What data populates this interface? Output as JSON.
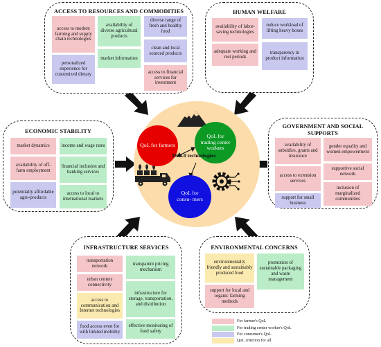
{
  "center": {
    "farmers": "QoL for farmers",
    "workers": "QoL for trading center workers",
    "consumers": "QoL for consu- mers",
    "label": "IR 4.0 technologies"
  },
  "panels": {
    "access": {
      "title": "ACCESS TO RESOURCES AND COMMODITIES",
      "items": [
        "access to modern farming and supply chain technologies",
        "personalized experience for customized dietary",
        "availability of diverse agricultural products",
        "market information",
        "diverse range of fresh and healthy food",
        "clean and local sourced products",
        "access to financial services for investment"
      ]
    },
    "welfare": {
      "title": "HUMAN WELFARE",
      "items": [
        "availability of labor-saving technologies",
        "adequate working and rest periods",
        "reduce workload of lifting heavy boxes",
        "transparency in product information"
      ]
    },
    "economic": {
      "title": "ECONOMIC STABILITY",
      "items": [
        "market dynamics",
        "availability of off-farm employment",
        "potentially affordable agro-products",
        "income and wage rates",
        "financial inclusion and banking services",
        "access to local to international markets"
      ]
    },
    "government": {
      "title": "GOVERNMENT AND SOCIAL SUPPORTS",
      "items": [
        "availability of subsidies, grants and insurance",
        "access to extension services",
        "support for small business",
        "gender equality and women empowerment",
        "supportive social network",
        "inclusion of marginalized communities"
      ]
    },
    "infrastructure": {
      "title": "INFRASTRUCTURE SERVICES",
      "items": [
        "transportation network",
        "urban centers connectivity",
        "access to communication and Internet technologies",
        "food access even for with limited mobility",
        "transparent pricing mechanism",
        "infrastructure for storage, transportation, and distribution",
        "effective monitoring of food safety"
      ]
    },
    "environment": {
      "title": "ENVIRONMENTAL CONCERNS",
      "items": [
        "environmentally friendly and sustainably produced food",
        "support for local and organic farming methods",
        "promotion of sustainable packaging and waste management"
      ]
    }
  },
  "legend": [
    {
      "label": "For farmer's QoL",
      "color": "#f5c6c9"
    },
    {
      "label": "For trading center worker's QoL",
      "color": "#b9ecc7"
    },
    {
      "label": "For consumer's QoL",
      "color": "#c9c8ef"
    },
    {
      "label": "QoL criterion for all",
      "color": "#fbeab0"
    }
  ],
  "icons": [
    "mountain-icon",
    "seedling-crates-icon",
    "truck-icon",
    "gear-circuit-icon"
  ]
}
